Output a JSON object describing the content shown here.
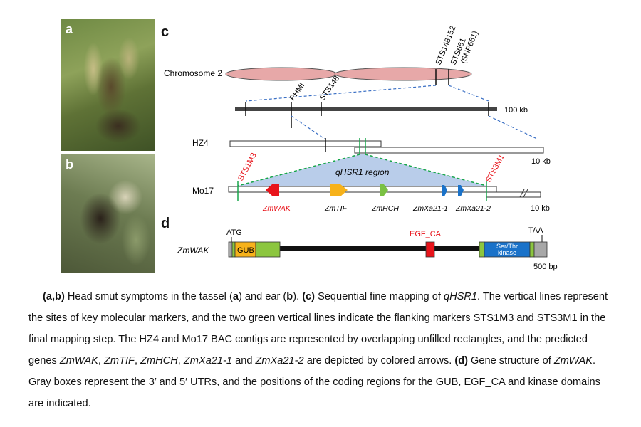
{
  "panels": {
    "a": "a",
    "b": "b",
    "c": "c",
    "d": "d"
  },
  "chromosome": {
    "label": "Chromosome 2"
  },
  "markers_top": {
    "sts148152": "STS148152",
    "sts661": "STS661",
    "snp661": "(SNP661)"
  },
  "markers_mid": {
    "phmi": "PHMI",
    "sts148": "STS148"
  },
  "scales": {
    "kb100": "100 kb",
    "kb10a": "10 kb",
    "kb10b": "10 kb",
    "bp500": "500 bp"
  },
  "contigs": {
    "hz4": "HZ4",
    "mo17": "Mo17"
  },
  "flanking": {
    "left": "STS1M3",
    "right": "STS3M1"
  },
  "region_label": "qHSR1 region",
  "genes": [
    {
      "name": "ZmWAK",
      "color": "#e8141b"
    },
    {
      "name": "ZmTIF",
      "color": "#f7b21a"
    },
    {
      "name": "ZmHCH",
      "color": "#7ac143"
    },
    {
      "name": "ZmXa21-1",
      "color": "#1a72c9"
    },
    {
      "name": "ZmXa21-2",
      "color": "#1a72c9"
    }
  ],
  "gene_structure": {
    "gene_name": "ZmWAK",
    "atg": "ATG",
    "taa": "TAA",
    "gub": "GUB",
    "egf": "EGF_CA",
    "kinase_line1": "Ser/Thr",
    "kinase_line2": "kinase"
  },
  "caption": {
    "c1": "(a,b)",
    "c2": " Head smut symptoms in the tassel (",
    "c3": "a",
    "c4": ") and ear (",
    "c5": "b",
    "c6": "). ",
    "c7": "(c)",
    "c8": " Sequential fine mapping of ",
    "c9": "qHSR1",
    "c10": ". The vertical lines represent the sites of key molecular markers, and the two green vertical lines indicate the flanking markers STS1M3 and STS3M1 in the final mapping step. The HZ4 and Mo17 BAC contigs are represented by overlapping unfilled rectangles, and the predicted genes ",
    "c11": "ZmWAK",
    "c12": ", ",
    "c13": "ZmTIF",
    "c14": ", ",
    "c15": "ZmHCH",
    "c16": ", ",
    "c17": "ZmXa21-1",
    "c18": " and ",
    "c19": "ZmXa21-2",
    "c20": " are depicted by colored arrows. ",
    "c21": "(d)",
    "c22": " Gene structure of ",
    "c23": "ZmWAK",
    "c24": ". Gray boxes represent the 3′ and 5′ UTRs, and the positions of the coding regions for the GUB, EGF_CA and kinase domains are indicated."
  }
}
